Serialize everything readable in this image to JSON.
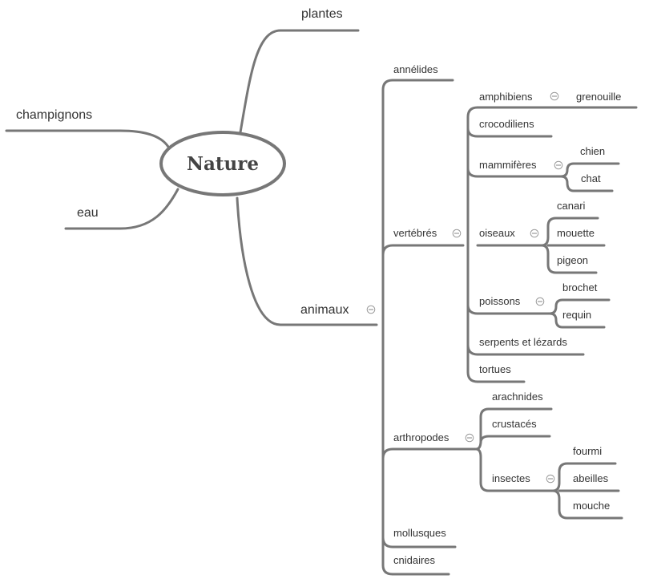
{
  "central": "Nature",
  "left_topics": {
    "champignons": "champignons",
    "eau": "eau"
  },
  "right_topics": {
    "plantes": "plantes",
    "animaux": "animaux"
  },
  "animaux": {
    "annelides": "annélides",
    "vertebres": "vertébrés",
    "arthropodes": "arthropodes",
    "mollusques": "mollusques",
    "cnidaires": "cnidaires"
  },
  "vertebres": {
    "amphibiens": "amphibiens",
    "grenouille": "grenouille",
    "crocodiliens": "crocodiliens",
    "mammiferes": "mammifères",
    "chien": "chien",
    "chat": "chat",
    "oiseaux": "oiseaux",
    "canari": "canari",
    "mouette": "mouette",
    "pigeon": "pigeon",
    "poissons": "poissons",
    "brochet": "brochet",
    "requin": "requin",
    "serpents": "serpents et lézards",
    "tortues": "tortues"
  },
  "arthropodes": {
    "arachnides": "arachnides",
    "crustaces": "crustacés",
    "insectes": "insectes",
    "fourmi": "fourmi",
    "abeilles": "abeilles",
    "mouche": "mouche"
  },
  "colors": {
    "branch": "#777777",
    "text": "#333333",
    "root_text": "#444444"
  },
  "icons": {
    "collapse": "circle-minus-icon"
  }
}
